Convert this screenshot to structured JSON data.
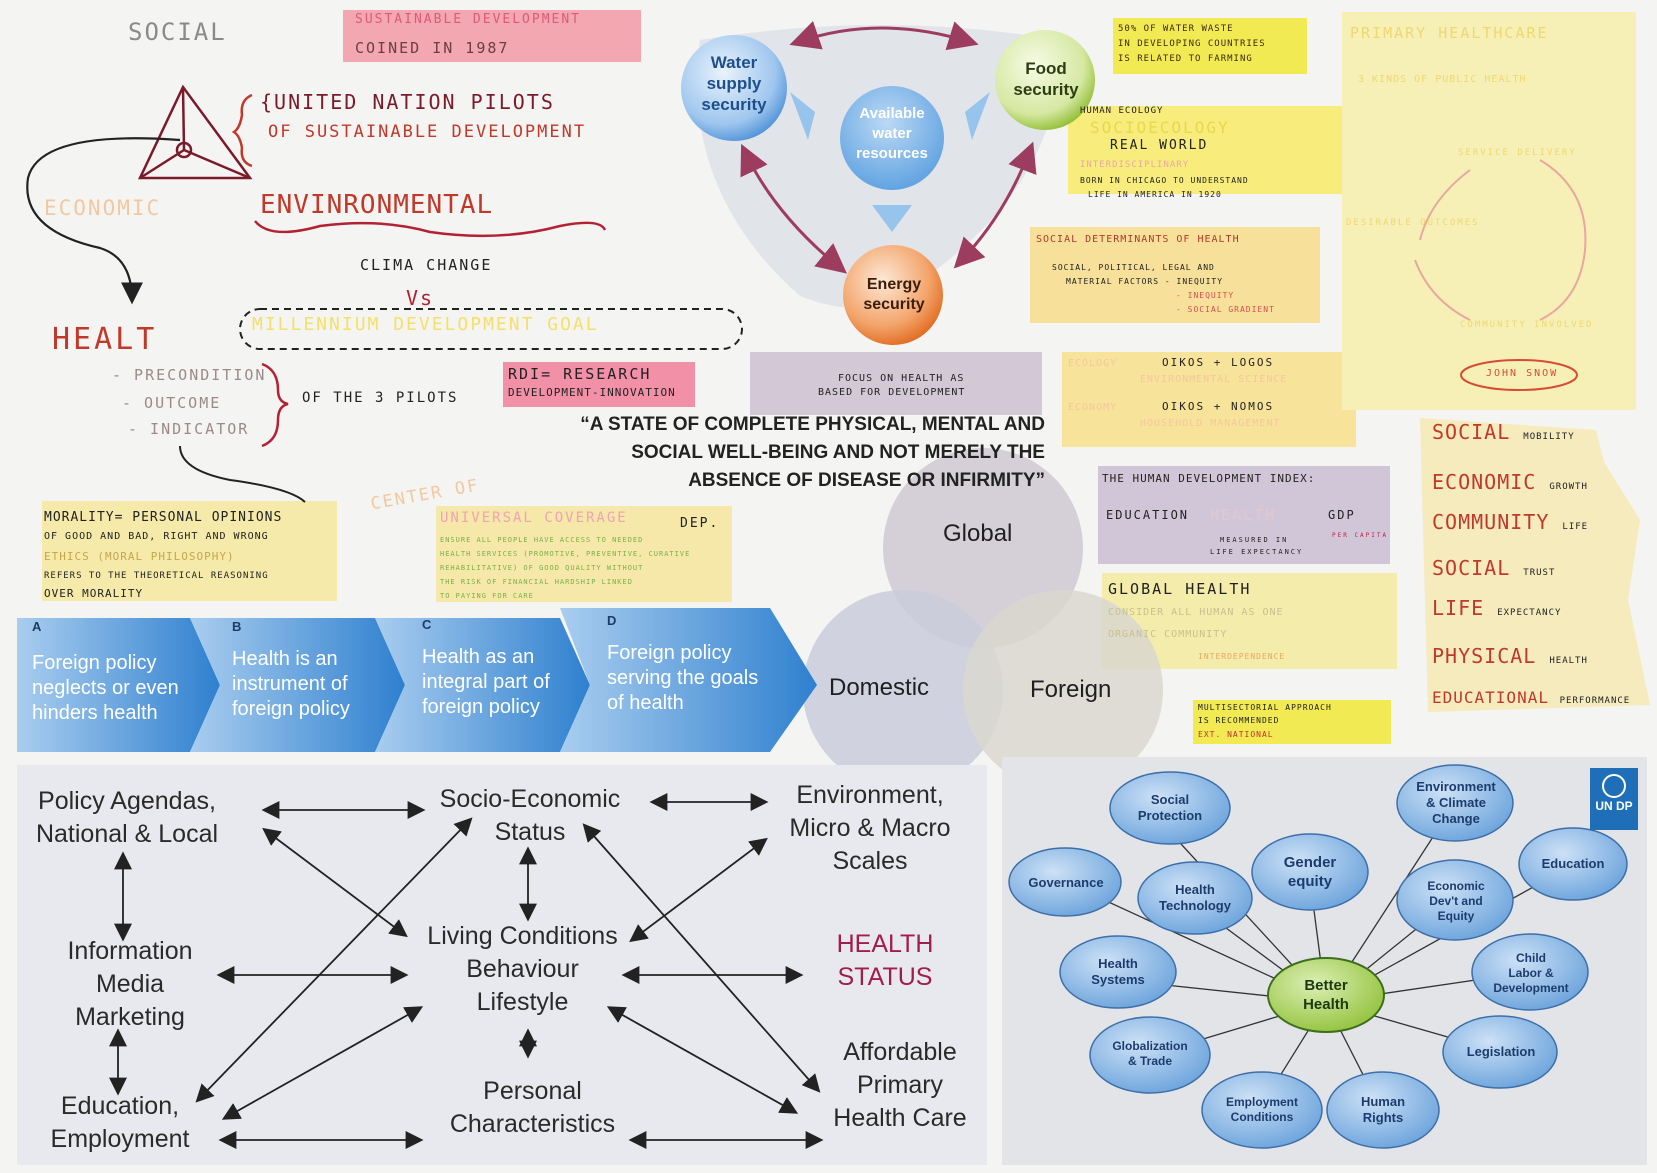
{
  "top_left": {
    "social": "SOCIAL",
    "sd_heading": "SUSTAINABLE DEVELOPMENT",
    "sd_coined": "COINED IN 1987",
    "un_line1": "{UNITED NATION PILOTS",
    "un_line2": "OF SUSTAINABLE DEVELOPMENT",
    "economic": "ECONOMIC",
    "environmental": "ENVINRONMENTAL",
    "clima": "CLIMA CHANGE",
    "vs": "Vs",
    "mdg": "MILLENNIUM DEVELOPMENT GOAL",
    "healt": "HEALT",
    "precondition": "- PRECONDITION",
    "outcome": "- OUTCOME",
    "indicator": "- INDICATOR",
    "of_pilots": "OF THE 3 PILOTS",
    "rdi_line1": "RDI= RESEARCH",
    "rdi_line2": "DEVELOPMENT-INNOVATION",
    "focus_line1": "FOCUS ON HEALTH AS",
    "focus_line2": "BASED FOR DEVELOPMENT",
    "center_of": "CENTER OF",
    "dep": "DEP.",
    "morality_line1": "MORALITY= PERSONAL OPINIONS",
    "morality_line2": "OF GOOD AND BAD, RIGHT AND WRONG",
    "morality_line3": "ETHICS (MORAL PHILOSOPHY)",
    "morality_line4": "REFERS TO THE THEORETICAL REASONING",
    "morality_line5": "OVER MORALITY",
    "uhc_line1": "UNIVERSAL COVERAGE",
    "uhc_line2": "ENSURE ALL PEOPLE HAVE ACCESS TO NEEDED",
    "uhc_line3": "HEALTH SERVICES (PROMOTIVE, PREVENTIVE, CURATIVE",
    "uhc_line4": "REHABILITATIVE) OF GOOD QUALITY WITHOUT",
    "uhc_line5": "THE RISK OF FINANCIAL HARDSHIP LINKED",
    "uhc_line6": "TO PAYING FOR CARE"
  },
  "nexus": {
    "water": "Water supply security",
    "food": "Food security",
    "energy": "Energy security",
    "center": "Available water resources"
  },
  "quote": {
    "line1": "“A STATE OF COMPLETE PHYSICAL, MENTAL AND",
    "line2": "SOCIAL WELL-BEING AND NOT MERELY THE",
    "line3": "ABSENCE OF DISEASE OR INFIRMITY”"
  },
  "venn": {
    "global": "Global",
    "domestic": "Domestic",
    "foreign": "Foreign"
  },
  "chevrons": [
    {
      "letter": "A",
      "text": "Foreign policy neglects or even hinders health"
    },
    {
      "letter": "B",
      "text": "Health is an instrument of foreign policy"
    },
    {
      "letter": "C",
      "text": "Health as an integral part of foreign policy"
    },
    {
      "letter": "D",
      "text": "Foreign policy serving the goals of health"
    }
  ],
  "determinants": {
    "policy": "Policy Agendas,\nNational & Local",
    "socio": "Socio-Economic\nStatus",
    "environment": "Environment,\nMicro & Macro\nScales",
    "information": "Information\nMedia\nMarketing",
    "living": "Living Conditions\nBehaviour\nLifestyle",
    "health_status": "HEALTH\nSTATUS",
    "education": "Education,\nEmployment",
    "personal": "Personal\nCharacteristics",
    "primary_care": "Affordable\nPrimary\nHealth Care"
  },
  "right_notes": {
    "water_waste_1": "50% OF WATER WASTE",
    "water_waste_2": "IN DEVELOPING COUNTRIES",
    "water_waste_3": "IS RELATED TO FARMING",
    "human_ecology": "HUMAN ECOLOGY",
    "socioecology": "SOCIOECOLOGY",
    "real_world": "REAL WORLD",
    "interdisciplinary": "INTERDISCIPLINARY",
    "born_1": "BORN IN CHICAGO TO UNDERSTAND",
    "born_2": "LIFE IN AMERICA IN 1920",
    "sdh_title": "SOCIAL DETERMINANTS OF HEALTH",
    "sdh_1": "SOCIAL, POLITICAL, LEGAL AND",
    "sdh_2": "MATERIAL FACTORS - INEQUITY",
    "sdh_3": "- INEQUITY",
    "sdh_4": "- SOCIAL GRADIENT",
    "ecology": "ECOLOGY",
    "oikos_logos": "OIKOS + LOGOS",
    "environmental_science": "ENVIRONMENTAL SCIENCE",
    "economy": "ECONOMY",
    "oikos_nomos": "OIKOS + NOMOS",
    "household_management": "HOUSEHOLD MANAGEMENT",
    "hdi_title": "THE HUMAN DEVELOPMENT INDEX:",
    "hdi_education": "EDUCATION",
    "hdi_health": "HEALTH",
    "hdi_gdp": "GDP",
    "hdi_measured_1": "MEASURED IN",
    "hdi_measured_2": "LIFE EXPECTANCY",
    "hdi_gdp_note": "PER CAPITA",
    "global_health": "GLOBAL HEALTH",
    "gh_line1": "CONSIDER ALL HUMAN AS ONE",
    "gh_line2": "ORGANIC COMMUNITY",
    "gh_line3": "INTERDEPENDENCE",
    "multi_1": "MULTISECTORIAL APPROACH",
    "multi_2": "IS RECOMMENDED",
    "multi_3": "EXT. NATIONAL"
  },
  "ph_note": {
    "title": "PRIMARY HEALTHCARE",
    "subtitle": "3 KINDS OF PUBLIC HEALTH",
    "cycle_1": "SERVICE DELIVERY",
    "cycle_2": "DESIRABLE OUTCOMES",
    "cycle_3": "COMMUNITY INVOLVED",
    "author": "JOHN SNOW"
  },
  "outcomes": [
    {
      "big": "SOCIAL",
      "small": "MOBILITY"
    },
    {
      "big": "ECONOMIC",
      "small": "GROWTH"
    },
    {
      "big": "COMMUNITY",
      "small": "LIFE"
    },
    {
      "big": "SOCIAL",
      "small": "TRUST"
    },
    {
      "big": "LIFE",
      "small": "EXPECTANCY"
    },
    {
      "big": "PHYSICAL",
      "small": "HEALTH"
    },
    {
      "big": "EDUCATIONAL",
      "small": "PERFORMANCE"
    }
  ],
  "spider": {
    "center": "Better\nHealth",
    "social_protection": "Social\nProtection",
    "environment_climate": "Environment\n& Climate\nChange",
    "governance": "Governance",
    "health_technology": "Health\nTechnology",
    "gender_equity": "Gender\nequity",
    "economic_dev": "Economic\nDev't and\nEquity",
    "education": "Education",
    "health_systems": "Health\nSystems",
    "child_labor": "Child\nLabor &\nDevelopment",
    "globalization": "Globalization\n& Trade",
    "legislation": "Legislation",
    "employment": "Employment\nConditions",
    "human_rights": "Human\nRights",
    "logo": "UN DP"
  },
  "colors": {
    "chevron": "#4a8fd6",
    "nexus_blue": "#3a8ad8",
    "food_green": "#9cc63a",
    "energy_orange": "#e8782c",
    "spider_blue": "#7fb0e0",
    "spider_center": "#a7d35a",
    "sticky_yellow": "#f4ec68",
    "sticky_pink": "#f08aa2"
  }
}
